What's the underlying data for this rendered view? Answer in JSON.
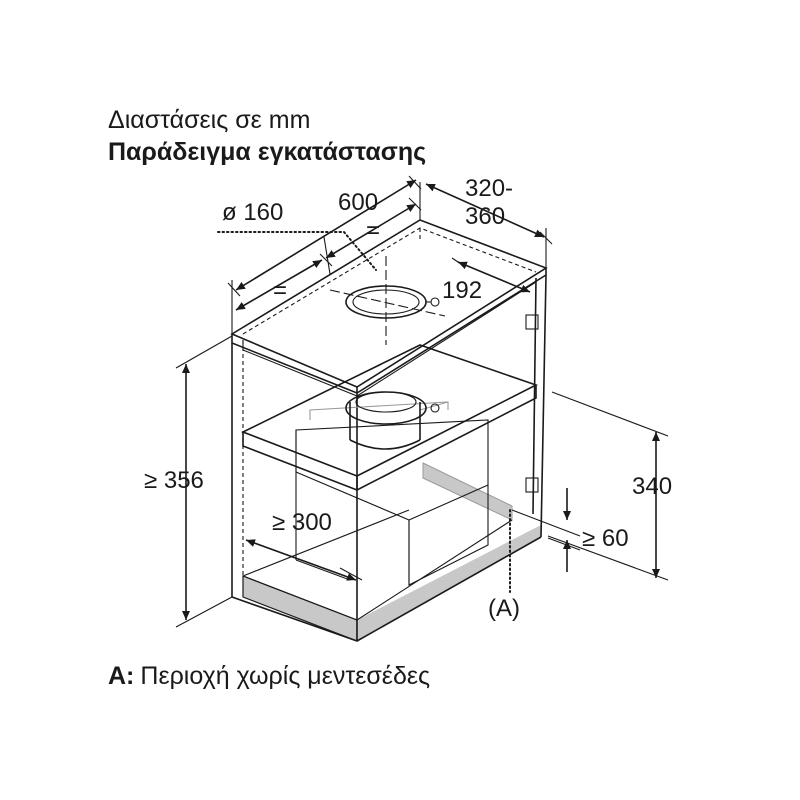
{
  "header": {
    "units_note": "Διαστάσεις σε mm",
    "title": "Παράδειγμα εγκατάστασης"
  },
  "dimensions": {
    "duct_diameter": "ø 160",
    "cabinet_width": "600",
    "equal_mark_top": "=",
    "equal_mark_left": "=",
    "depth_line1": "320-",
    "depth_line2": "360",
    "duct_offset": "192",
    "cabinet_height": "≥ 356",
    "inner_depth": "≥ 300",
    "shelf_height": "340",
    "bottom_clearance": "≥ 60",
    "zone_label": "(A)"
  },
  "legend": {
    "key": "A:",
    "text": "Περιοχή χωρίς μεντεσέδες"
  }
}
